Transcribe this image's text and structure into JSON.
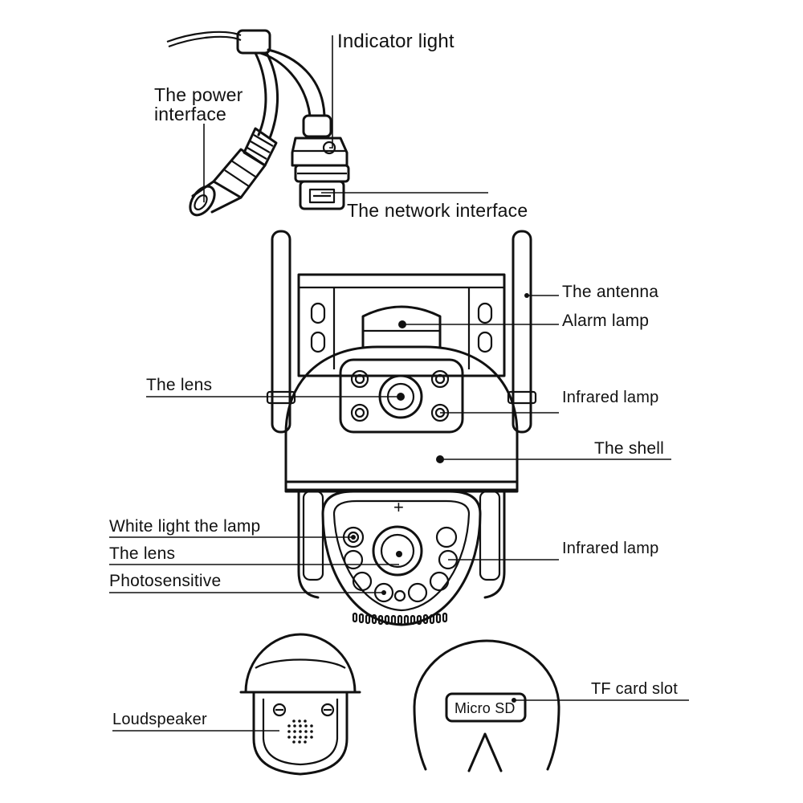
{
  "labels": {
    "indicator_light": "Indicator light",
    "power_interface": "The power interface",
    "network_interface": "The network interface",
    "antenna": "The antenna",
    "alarm_lamp": "Alarm lamp",
    "lens_top": "The lens",
    "infrared_lamp_top": "Infrared lamp",
    "shell": "The shell",
    "white_light_lamp": "White light the lamp",
    "lens_bottom": "The lens",
    "infrared_lamp_bottom": "Infrared lamp",
    "photosensitive": "Photosensitive",
    "loudspeaker": "Loudspeaker",
    "tf_card_slot": "TF card slot",
    "micro_sd": "Micro SD",
    "plus_mark": "+"
  },
  "colors": {
    "line": "#111111",
    "background": "#ffffff"
  }
}
